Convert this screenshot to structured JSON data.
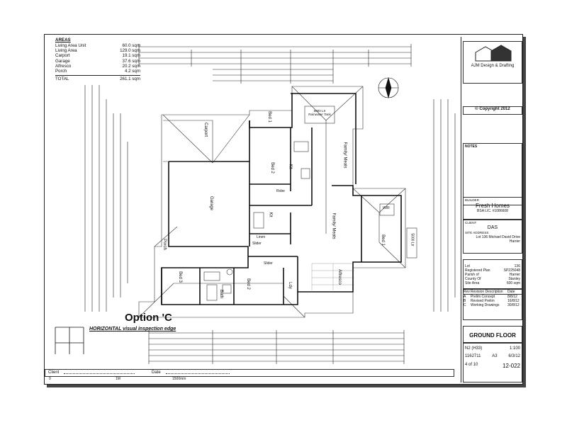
{
  "areas": {
    "title": "AREAS",
    "rows": [
      {
        "name": "Living Area Unit",
        "value": "60.0 sqm"
      },
      {
        "name": "Living Area",
        "value": "129.0 sqm"
      },
      {
        "name": "Carport",
        "value": "19.1 sqm"
      },
      {
        "name": "Garage",
        "value": "37.6 sqm"
      },
      {
        "name": "Alfresco",
        "value": "20.2 sqm"
      },
      {
        "name": "Porch",
        "value": "4.2 sqm"
      }
    ],
    "total_label": "TOTAL",
    "total_value": "261.1 sqm"
  },
  "rooms": {
    "carport": "Carport",
    "garage": "Garage",
    "bed1_top": "Bed 1",
    "bed2_top": "Bed 2",
    "family_meals_top": "Family/ Meals",
    "kit_top": "Kit",
    "family_meals_main": "Family/ Meals",
    "kit_main": "Kit",
    "bed1_right": "Bed 1",
    "alfresco": "Alfresco",
    "bed3": "Bed 3",
    "bed2_bottom": "Bed 2",
    "bath": "Bath",
    "ldy": "Ldy",
    "porch": "Porch",
    "linen": "Linen",
    "slider1": "Slider",
    "slider2": "Slider",
    "robe": "Robe",
    "wir": "WIR",
    "tank_top": "5000 Ltr Rainwater Tank",
    "tank_right": "5000 Ltr"
  },
  "drawing_text": {
    "option": "Option 'C",
    "horizontal": "HORIZONTAL visual inspection edge",
    "client_label": "Client",
    "date_label": "Date",
    "scale_start": "0",
    "scale_mid": "1M",
    "scale_end": "1500mm"
  },
  "title_block": {
    "company": "AJM Design & Drafting",
    "copyright": "© Copyright 2012",
    "notes_heading": "NOTES",
    "builder_heading": "BUILDER",
    "builder": "Fresh Homes",
    "builder_lic": "BSA LIC. #1086608",
    "client_heading": "CLIENT",
    "client": "DAS",
    "site_heading": "SITE ADDRESS",
    "address_lot": "Lot 136 Michael David Drive",
    "address_suburb": "Harrier",
    "lot_label": "Lot",
    "lot_value": "136",
    "plan_label": "Registered Plan",
    "plan_value": "SP225048",
    "parish_label": "Parish of",
    "parish_value": "Harrier",
    "county_label": "County Of",
    "county_value": "Stanley",
    "site_area_label": "Site Area",
    "site_area_value": "600 sqm",
    "rev_headers": [
      "Rev",
      "Revision Description",
      "Date"
    ],
    "revisions": [
      {
        "rev": "A",
        "desc": "Prelim Concept",
        "date": "8/8/12"
      },
      {
        "rev": "B",
        "desc": "Revised Prelim",
        "date": "16/8/12"
      },
      {
        "rev": "C",
        "desc": "Working Drawings",
        "date": "30/8/12"
      }
    ],
    "drawing_name": "GROUND FLOOR",
    "sheet_size": "A3",
    "scale": "1:100",
    "job": "N2 (H33)",
    "job_no": "1162711",
    "drawn_date": "6/3/12",
    "sheet_of": "4 of 10",
    "drawing_no": "12-022"
  }
}
